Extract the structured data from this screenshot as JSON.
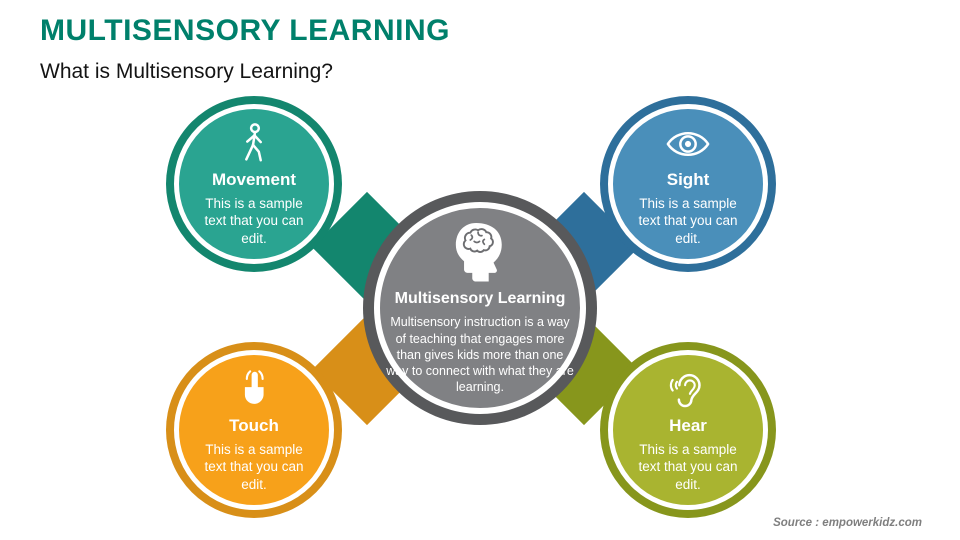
{
  "page": {
    "title": "MULTISENSORY LEARNING",
    "subtitle": "What is Multisensory Learning?",
    "source": "Source : empowerkidz.com"
  },
  "colors": {
    "title": "#00806b",
    "background": "#ffffff",
    "source_text": "#7f7f7f"
  },
  "center": {
    "label": "Multisensory Learning",
    "description": "Multisensory instruction is a way of teaching that engages more than gives kids more than one way to connect with what they are learning.",
    "fill": "#808184",
    "border": "#58595b",
    "icon": "head-brain-icon"
  },
  "nodes": [
    {
      "id": "movement",
      "label": "Movement",
      "text": "This is a sample text that you can edit.",
      "fill": "#2aa491",
      "border": "#13866e",
      "icon": "walking-person-icon",
      "position": "top-left"
    },
    {
      "id": "sight",
      "label": "Sight",
      "text": "This is a sample text that you can edit.",
      "fill": "#4a8fba",
      "border": "#2e6f9b",
      "icon": "eye-icon",
      "position": "top-right"
    },
    {
      "id": "touch",
      "label": "Touch",
      "text": "This is a sample text that you can edit.",
      "fill": "#f7a11a",
      "border": "#d88f18",
      "icon": "touch-hand-icon",
      "position": "bottom-left"
    },
    {
      "id": "hear",
      "label": "Hear",
      "text": "This is a sample text that you can edit.",
      "fill": "#a9b430",
      "border": "#87961c",
      "icon": "ear-icon",
      "position": "bottom-right"
    }
  ]
}
